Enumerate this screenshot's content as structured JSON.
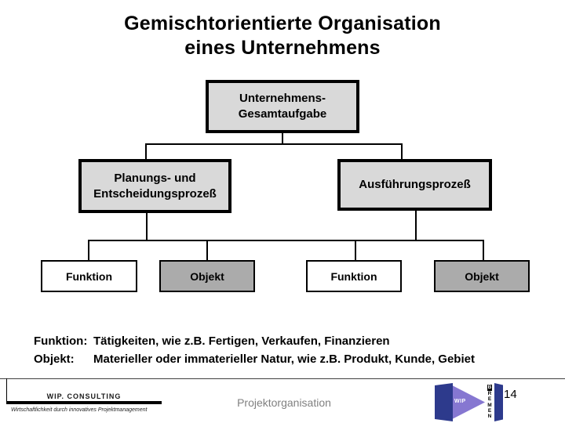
{
  "slide": {
    "title_line1": "Gemischtorientierte Organisation",
    "title_line2": "eines Unternehmens"
  },
  "diagram": {
    "root": {
      "line1": "Unternehmens-",
      "line2": "Gesamtaufgabe"
    },
    "planning": {
      "line1": "Planungs- und",
      "line2": "Entscheidungsprozeß"
    },
    "execution": {
      "line1": "Ausführungsprozeß"
    },
    "leaves": [
      {
        "label": "Funktion"
      },
      {
        "label": "Objekt"
      },
      {
        "label": "Funktion"
      },
      {
        "label": "Objekt"
      }
    ]
  },
  "legend": {
    "rows": [
      {
        "term": "Funktion:",
        "definition": "Tätigkeiten, wie z.B. Fertigen, Verkaufen, Finanzieren"
      },
      {
        "term": "Objekt:",
        "definition": "Materieller oder immaterieller Natur, wie z.B. Produkt, Kunde, Gebiet"
      }
    ]
  },
  "footer": {
    "company": "WIP. CONSULTING",
    "tagline": "Wirtschaftlichkeit durch innovatives Projektmanagement",
    "section": "Projektorganisation",
    "page_number": "14",
    "logo": {
      "wip": "WIP",
      "city_letters": [
        "B",
        "R",
        "E",
        "M",
        "E",
        "N"
      ]
    }
  },
  "colors": {
    "box_light_gray": "#d9d9d9",
    "box_dark_gray": "#ababab",
    "box_border": "#000000",
    "section_text_gray": "#808080",
    "logo_navy": "#2d3a8c",
    "logo_purple": "#8677d1"
  }
}
